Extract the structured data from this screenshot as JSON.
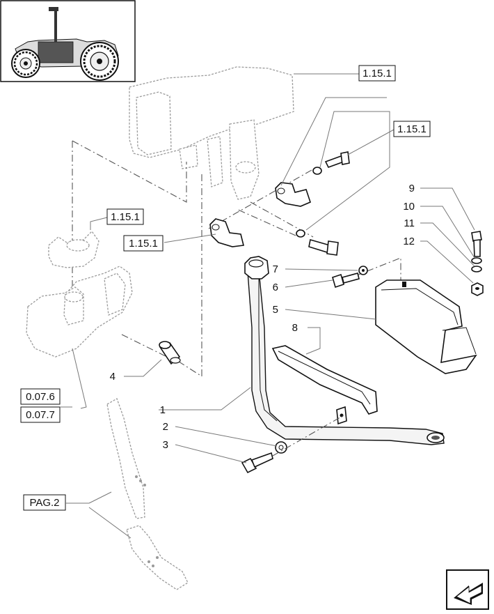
{
  "reference_boxes": [
    {
      "id": "ref-top",
      "label": "1.15.1"
    },
    {
      "id": "ref-upper-right",
      "label": "1.15.1"
    },
    {
      "id": "ref-left-upper",
      "label": "1.15.1"
    },
    {
      "id": "ref-left-lower",
      "label": "1.15.1"
    },
    {
      "id": "ref-manifold-a",
      "label": "0.07.6"
    },
    {
      "id": "ref-manifold-b",
      "label": "0.07.7"
    },
    {
      "id": "ref-page",
      "label": "PAG.2"
    }
  ],
  "callouts": [
    {
      "id": "1",
      "label": "1"
    },
    {
      "id": "2",
      "label": "2"
    },
    {
      "id": "3",
      "label": "3"
    },
    {
      "id": "4",
      "label": "4"
    },
    {
      "id": "5",
      "label": "5"
    },
    {
      "id": "6",
      "label": "6"
    },
    {
      "id": "7",
      "label": "7"
    },
    {
      "id": "8",
      "label": "8"
    },
    {
      "id": "9",
      "label": "9"
    },
    {
      "id": "10",
      "label": "10"
    },
    {
      "id": "11",
      "label": "11"
    },
    {
      "id": "12",
      "label": "12"
    }
  ],
  "icons": {
    "thumbnail": "tractor-thumbnail-icon",
    "nav": "next-page-arrow-icon"
  }
}
